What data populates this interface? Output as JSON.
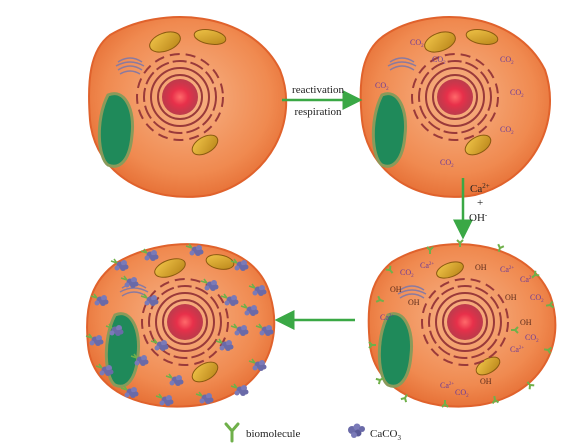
{
  "arrows": {
    "step1": {
      "line1": "reactivation",
      "line2": "respiration"
    },
    "step2": {
      "ion1": "Ca",
      "ion1_sup": "2+",
      "plus": "+",
      "ion2": "OH",
      "ion2_sup": "-"
    }
  },
  "cell_labels": {
    "co2": "CO",
    "co2_sub": "2",
    "oh": "OH",
    "ca": "Ca",
    "ca_sup": "2+"
  },
  "legend": {
    "biomolecule": "biomolecule",
    "caco3_main": "CaCO",
    "caco3_sub": "3"
  },
  "colors": {
    "cell_fill": "#f08a50",
    "cell_edge": "#e0622c",
    "chloroplast": "#1f8a5a",
    "mito": "#d9a62a",
    "nucleus": "#e8304a",
    "er": "#9a3a3a",
    "arrow": "#3aa845",
    "biomolecule": "#6fb04a",
    "caco3": "#6a6aa8"
  }
}
